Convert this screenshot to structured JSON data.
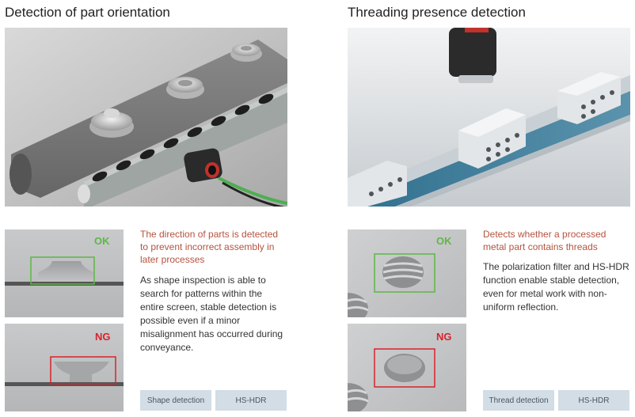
{
  "left": {
    "title": "Detection of part orientation",
    "ok_label": "OK",
    "ng_label": "NG",
    "headline": "The direction of parts is detected to prevent incorrect assembly in later processes",
    "body": "As shape inspection is able to search for patterns within the entire screen, stable detection is possible even if a minor misalignment has occurred during conveyance.",
    "tags": [
      "Shape detection",
      "HS-HDR"
    ]
  },
  "right": {
    "title": "Threading presence detection",
    "ok_label": "OK",
    "ng_label": "NG",
    "headline": "Detects whether a processed metal part contains threads",
    "body": "The polarization filter and HS-HDR function enable stable detection, even for metal work with non-uniform reflection.",
    "tags": [
      "Thread detection",
      "HS-HDR"
    ]
  },
  "colors": {
    "ok": "#5db845",
    "ng": "#d9232a",
    "headline": "#b5533e",
    "tag_bg": "#d2dde6"
  }
}
